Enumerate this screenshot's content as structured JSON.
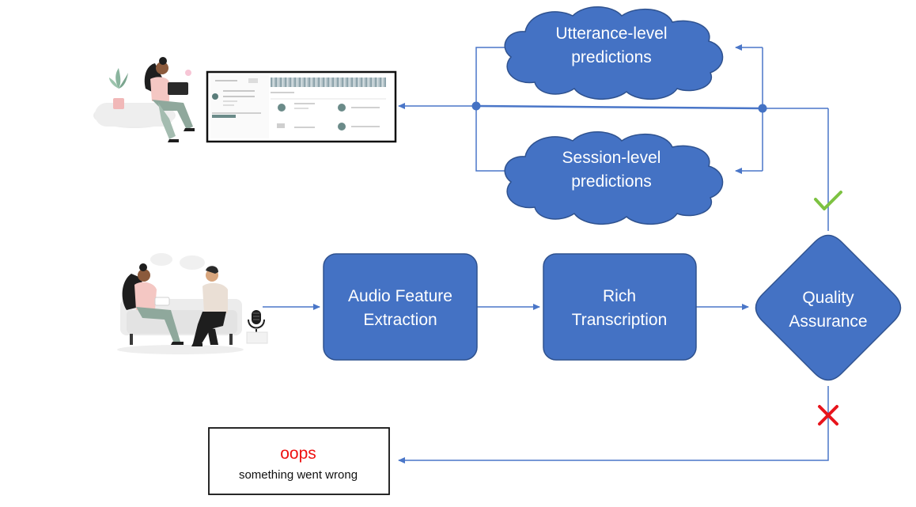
{
  "nodes": {
    "utterance": {
      "line1": "Utterance-level",
      "line2": "predictions"
    },
    "session": {
      "line1": "Session-level",
      "line2": "predictions"
    },
    "feature_extraction": {
      "line1": "Audio Feature",
      "line2": "Extraction"
    },
    "transcription": {
      "line1": "Rich",
      "line2": "Transcription"
    },
    "quality": {
      "line1": "Quality",
      "line2": "Assurance"
    }
  },
  "error_box": {
    "title": "oops",
    "message": "something went wrong"
  },
  "colors": {
    "node_fill": "#4472c4",
    "node_stroke": "#2f528f",
    "arrow": "#4a76c8",
    "check": "#7dc242",
    "cross": "#e8141c"
  },
  "icons": {
    "pass": "check-icon",
    "fail": "cross-icon",
    "microphone": "microphone-icon"
  }
}
